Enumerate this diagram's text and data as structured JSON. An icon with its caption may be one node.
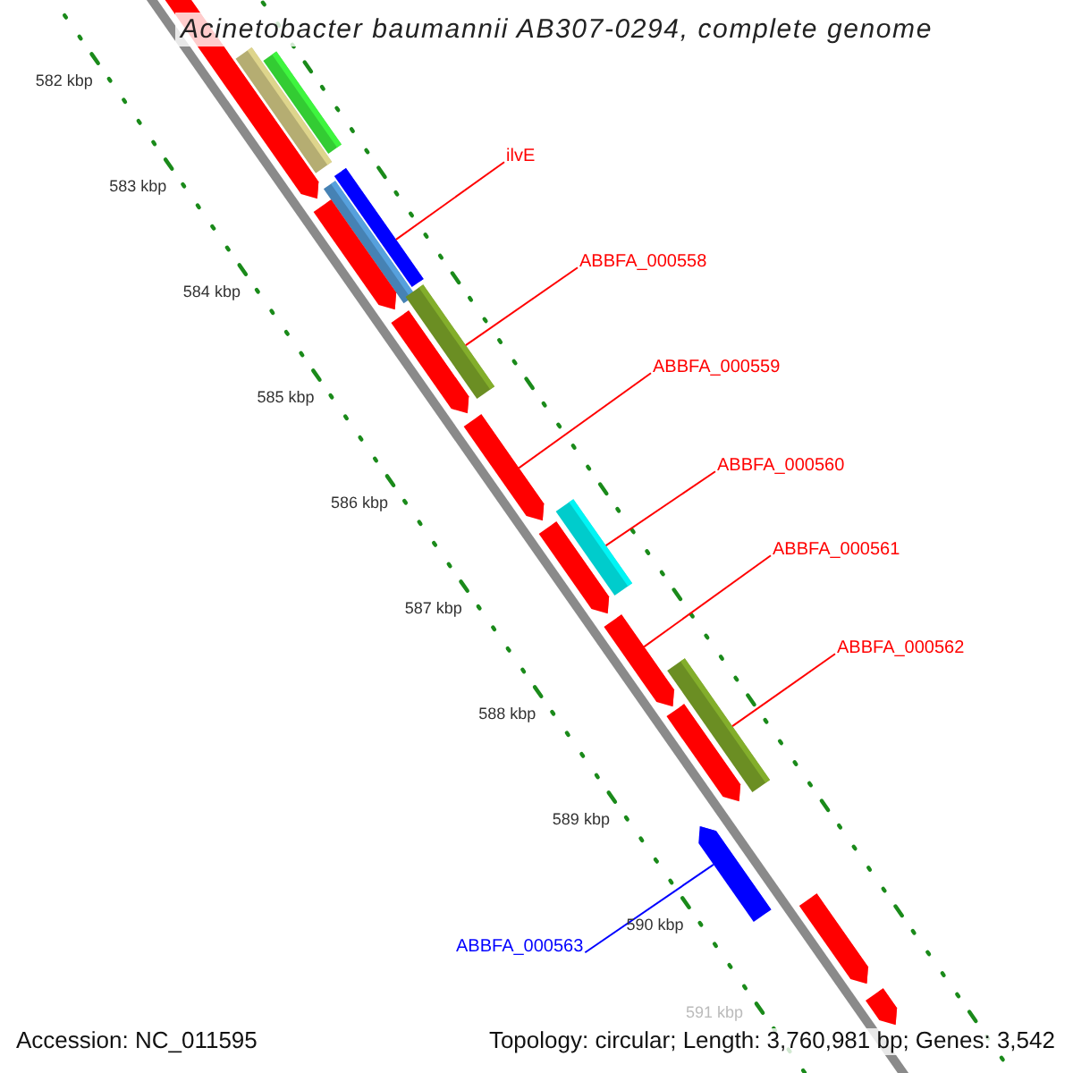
{
  "diagram": {
    "title": "Acinetobacter baumannii AB307-0294, complete genome",
    "nodes": [
      {
        "text": [
          "ilvE"
        ]
      },
      {
        "text": [
          "ABBFA_000558"
        ]
      },
      {
        "text": [
          "ABBFA_000559"
        ]
      },
      {
        "text": [
          "ABBFA_000560"
        ]
      },
      {
        "text": [
          "ABBFA_000561"
        ]
      },
      {
        "text": [
          "ABBFA_000562"
        ]
      },
      {
        "text": [
          "ABBFA_000563"
        ]
      },
      {
        "text": [],
        "shape": "arrow"
      },
      {
        "text": [],
        "shape": "bar"
      },
      {
        "text": [],
        "shape": "bar"
      },
      {
        "text": [],
        "shape": "bar"
      },
      {
        "text": [],
        "shape": "bar"
      },
      {
        "text": [],
        "shape": "arrow"
      },
      {
        "text": [],
        "shape": "bar"
      },
      {
        "text": [],
        "shape": "arrow"
      },
      {
        "text": [],
        "shape": "arrow"
      },
      {
        "text": [],
        "shape": "bar"
      },
      {
        "text": [],
        "shape": "arrow"
      },
      {
        "text": [],
        "shape": "arrow"
      },
      {
        "text": [],
        "shape": "bar"
      },
      {
        "text": [],
        "shape": "arrow"
      },
      {
        "text": [],
        "shape": "arrow"
      },
      {
        "text": [],
        "shape": "arrow"
      },
      {
        "text": [],
        "shape": "arrow"
      }
    ],
    "edges": [
      {
        "from": 0,
        "to": 11,
        "arrow": "none"
      },
      {
        "from": 1,
        "to": 13,
        "arrow": "none"
      },
      {
        "from": 2,
        "to": 15,
        "arrow": "none"
      },
      {
        "from": 3,
        "to": 16,
        "arrow": "none"
      },
      {
        "from": 4,
        "to": 18,
        "arrow": "none"
      },
      {
        "from": 5,
        "to": 19,
        "arrow": "none"
      },
      {
        "from": 6,
        "to": 21,
        "arrow": "none",
        "color": "#0000ff"
      }
    ],
    "labels": [
      "582 kbp",
      "583 kbp",
      "584 kbp",
      "585 kbp",
      "586 kbp",
      "587 kbp",
      "588 kbp",
      "589 kbp",
      "590 kbp",
      "591 kbp",
      "Accession: NC_011595",
      "Topology: circular; Length: 3,760,981 bp; Genes: 3,542"
    ]
  }
}
